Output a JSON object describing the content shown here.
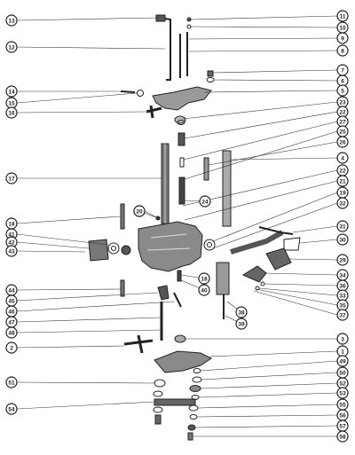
{
  "left_callouts": [
    "13",
    "12",
    "14",
    "15",
    "16",
    "17",
    "20",
    "18",
    "41",
    "42",
    "43",
    "44",
    "45",
    "46",
    "47",
    "48",
    "2",
    "51",
    "54"
  ],
  "right_callouts": [
    "11",
    "10",
    "9",
    "8",
    "7",
    "6",
    "5",
    "23",
    "22",
    "27",
    "25",
    "26",
    "4",
    "22",
    "21",
    "19",
    "32",
    "31",
    "30",
    "29",
    "34",
    "36",
    "33",
    "35",
    "37",
    "3",
    "1",
    "49",
    "50",
    "52",
    "53",
    "55",
    "56",
    "57",
    "58"
  ],
  "inner_callouts": [
    "20",
    "24",
    "18",
    "40",
    "38",
    "39"
  ],
  "colors": {
    "ink": "#222222",
    "paper": "#ffffff",
    "shade": "#8a8a8a",
    "dark": "#444444"
  }
}
